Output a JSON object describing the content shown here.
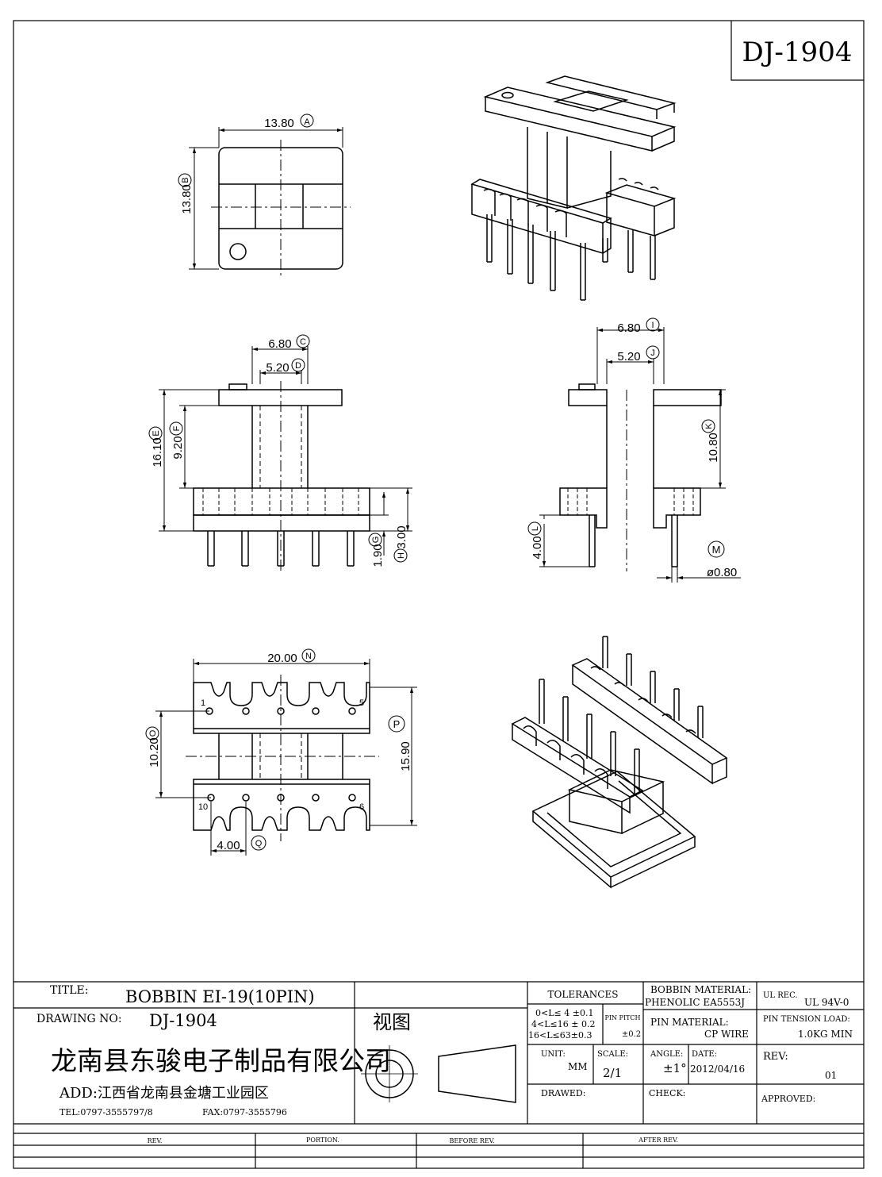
{
  "drawing_code": "DJ-1904",
  "top_view": {
    "width": "13.80",
    "width_mark": "A",
    "height": "13.80",
    "height_mark": "B"
  },
  "front_view": {
    "c_dim": "6.80",
    "c_mark": "C",
    "d_dim": "5.20",
    "d_mark": "D",
    "e_dim": "16.10",
    "e_mark": "E",
    "f_dim": "9.20",
    "f_mark": "F",
    "g_dim": "1.90",
    "g_mark": "G",
    "h_dim": "3.00",
    "h_mark": "H"
  },
  "side_view": {
    "i_dim": "6.80",
    "i_mark": "I",
    "j_dim": "5.20",
    "j_mark": "J",
    "k_dim": "10.80",
    "k_mark": "K",
    "l_dim": "4.00",
    "l_mark": "L",
    "m_mark": "M",
    "pin_dia": "ø0.80"
  },
  "bottom_view": {
    "n_dim": "20.00",
    "n_mark": "N",
    "o_dim": "10.20",
    "o_mark": "O",
    "p_dim": "15.90",
    "p_mark": "P",
    "q_dim": "4.00",
    "q_mark": "Q",
    "pin_labels": {
      "p1": "1",
      "p5": "5",
      "p6": "6",
      "p10": "10"
    }
  },
  "title_block": {
    "title_label": "TITLE:",
    "title_value": "BOBBIN   EI-19(10PIN)",
    "drawing_no_label": "DRAWING NO:",
    "drawing_no_value": "DJ-1904",
    "view_label": "视图",
    "company": "龙南县东骏电子制品有限公司",
    "address": "ADD:江西省龙南县金塘工业园区",
    "tel": "TEL:0797-3555797/8",
    "fax": "FAX:0797-3555796",
    "tolerances_label": "TOLERANCES",
    "tol_1": "0<L≤ 4  ±0.1",
    "tol_2": "4<L≤16 ±  0.2",
    "tol_3": "16<L≤63±0.3",
    "pin_pitch_label": "PIN PITCH",
    "pin_pitch_value": "±0.2",
    "bobbin_material_label": "BOBBIN MATERIAL:",
    "bobbin_material_value": "PHENOLIC  EA5553J",
    "ul_label": "UL REC.",
    "ul_value": "UL  94V-0",
    "pin_material_label": "PIN MATERIAL:",
    "pin_material_value": "CP WIRE",
    "pin_tension_label": "PIN TENSION LOAD:",
    "pin_tension_value": "1.0KG MIN",
    "unit_label": "UNIT:",
    "unit_value": "MM",
    "scale_label": "SCALE:",
    "scale_value": "2/1",
    "angle_label": "ANGLE:",
    "angle_value": "±1°",
    "date_label": "DATE:",
    "date_value": "2012/04/16",
    "rev_label": "REV:",
    "rev_value": "01",
    "drawed_label": "DRAWED:",
    "check_label": "CHECK:",
    "approved_label": "APPROVED:",
    "rev_col": "REV.",
    "portion_col": "PORTION.",
    "before_rev_col": "BEFORE REV.",
    "after_rev_col": "AFTER REV."
  }
}
